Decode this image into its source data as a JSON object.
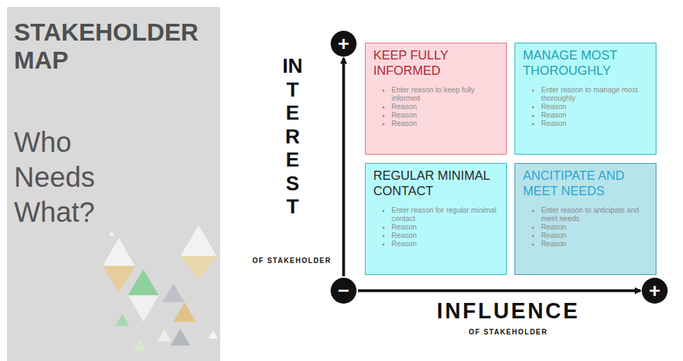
{
  "diagram": {
    "title": "STAKEHOLDER MAP",
    "nodes": [
      {
        "text": [
          "KEEP FULLY INFORMED",
          "Enter reason to keep fully informed",
          "Reason",
          "Reason",
          "Reason"
        ]
      },
      {
        "text": [
          "MANAGE MOST THOROUGHLY",
          "Enter reason to manage most thoroughly",
          "Reason",
          "Reason",
          "Reason"
        ]
      },
      {
        "text": [
          "REGULAR MINIMAL CONTACT",
          "Enter reason for regular minimal contact",
          "Reason",
          "Reason",
          "Reason"
        ]
      },
      {
        "text": [
          "ANCITIPATE AND MEET NEEDS",
          "Enter reason to anticipate and meet needs",
          "Reason",
          "Reason",
          "Reason"
        ]
      },
      {
        "text": [
          "−"
        ]
      },
      {
        "text": [
          "+"
        ]
      },
      {
        "text": [
          "+"
        ]
      }
    ],
    "edges": [
      {
        "from": 4,
        "to": 5,
        "arrow": "to"
      },
      {
        "from": 4,
        "to": 6,
        "arrow": "to"
      }
    ],
    "labels": [
      "Who Needs What?",
      "INTEREST",
      "OF STAKEHOLDER",
      "INFLUENCE",
      "OF STAKEHOLDER"
    ]
  }
}
